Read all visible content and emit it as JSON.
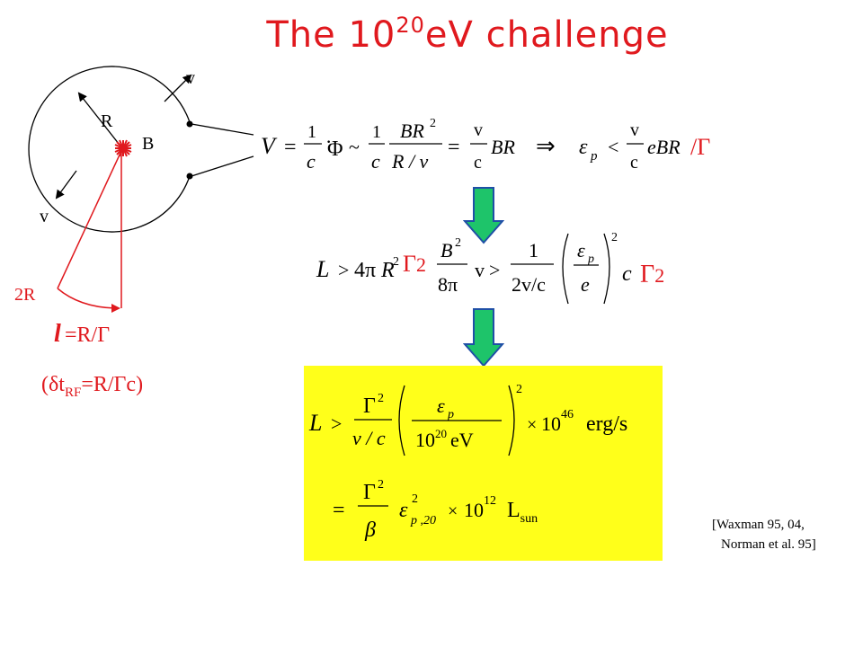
{
  "title": {
    "main": "The 10",
    "exponent": "20",
    "suffix": "eV challenge"
  },
  "diagram": {
    "v_top": "v",
    "v_bottom": "v",
    "R_label": "R",
    "B_label": "B",
    "two_R_label": "2R",
    "l_symbol": "l",
    "l_eq": "=R/Γ",
    "dt_open": "(δt",
    "dt_sub": "RF",
    "dt_rest": "=R/Γc)"
  },
  "eq1": {
    "lhs": "V",
    "c1": "c",
    "phi": "Φ",
    "num2": "BR",
    "sq": "2",
    "den2a": "c",
    "den2b": "R / v",
    "num3": "v",
    "den3": "c",
    "br": "BR",
    "eps": "ε",
    "p": "p",
    "ebr": "eBR",
    "gamma": "/Γ"
  },
  "eq2": {
    "L": "L",
    "four_pi": "4π",
    "R2": "R",
    "gamma2": "Γ2",
    "B2": "B",
    "eight_pi": "8π",
    "v": "v",
    "one": "1",
    "two_v_c": "2v/c",
    "eps": "ε",
    "p": "p",
    "e": "e",
    "c": "c",
    "gamma2b": "Γ2"
  },
  "eq3": {
    "L": "L",
    "gamma": "Γ",
    "vc": "v / c",
    "eps": "ε",
    "p": "p",
    "den": "10",
    "den_exp": "20",
    "den_unit": "eV",
    "times": "×",
    "ten": "10",
    "exp46": "46",
    "unit": "erg/s",
    "beta": "β",
    "sub20": "p ,20",
    "exp12": "12",
    "Lsun": "L",
    "sun": "sun"
  },
  "citation": {
    "line1": "[Waxman 95, 04,",
    "line2": "Norman et al. 95]"
  },
  "colors": {
    "title": "#e0191e",
    "box": "#ffff1a",
    "arrow_fill": "#1ec46a",
    "arrow_stroke": "#1f4fa6"
  }
}
